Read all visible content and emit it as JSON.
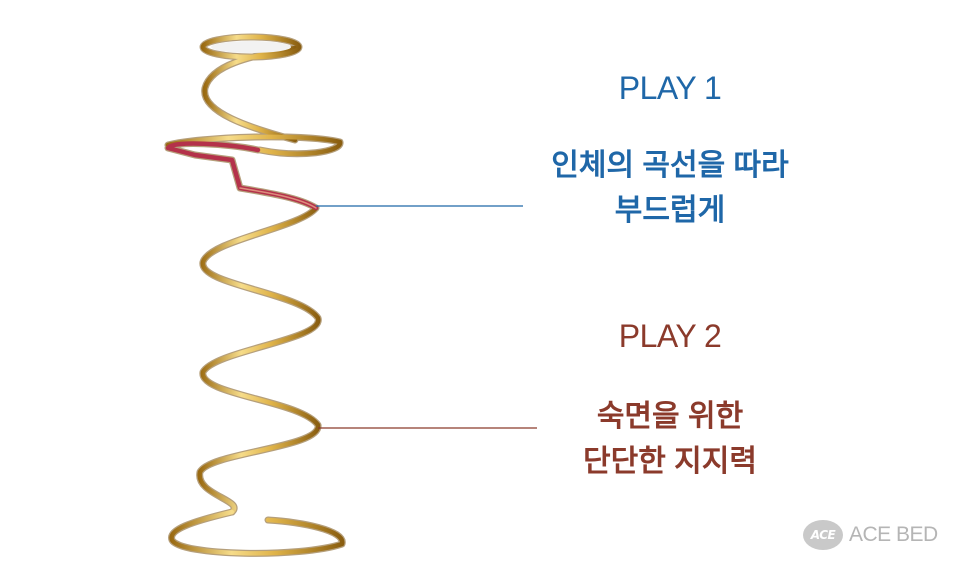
{
  "play1": {
    "heading": "PLAY 1",
    "desc_line1": "인체의 곡선을 따라",
    "desc_line2": "부드럽게",
    "color": "#1f67a8"
  },
  "play2": {
    "heading": "PLAY 2",
    "desc_line1": "숙면을 위한",
    "desc_line2": "단단한 지지력",
    "color": "#8b3a2b"
  },
  "brand": {
    "badge": "ACE",
    "name": "ACE BED",
    "color": "#b5b5b5"
  },
  "spring": {
    "wire_color": "#d9a93a",
    "highlight_color": "#b4324a"
  }
}
